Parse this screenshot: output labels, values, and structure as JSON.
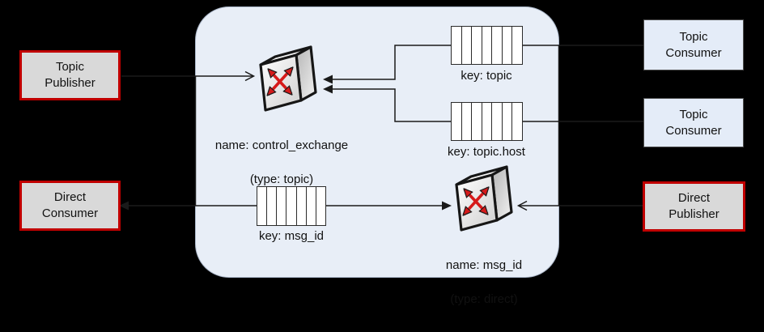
{
  "nodes": {
    "topic_publisher": {
      "label": "Topic\nPublisher"
    },
    "direct_consumer": {
      "label": "Direct\nConsumer"
    },
    "topic_consumer_1": {
      "label": "Topic\nConsumer"
    },
    "topic_consumer_2": {
      "label": "Topic\nConsumer"
    },
    "direct_publisher": {
      "label": "Direct\nPublisher"
    }
  },
  "exchanges": {
    "control": {
      "name": "name: control_exchange",
      "type": "(type: topic)"
    },
    "msg_id": {
      "name": "name: msg_id",
      "type": "(type: direct)"
    }
  },
  "queues": {
    "topic": {
      "label": "key: topic",
      "cells": 7
    },
    "topic_host": {
      "label": "key: topic.host",
      "cells": 7
    },
    "msg_id": {
      "label": "key: msg_id",
      "cells": 7
    }
  },
  "colors": {
    "background": "#000000",
    "broker_fill": "#e8eef7",
    "broker_border": "#aab6c8",
    "publisher_box_border": "#c00000",
    "publisher_box_fill": "#d9d9d9",
    "consumer_box_fill": "#e4ecf8",
    "consumer_box_border": "#4d4d4d",
    "connector_line": "#1a1a1a",
    "queue_fill": "#ffffff",
    "queue_border": "#2b2b2b",
    "exchange_arrow": "#d61a1a"
  }
}
